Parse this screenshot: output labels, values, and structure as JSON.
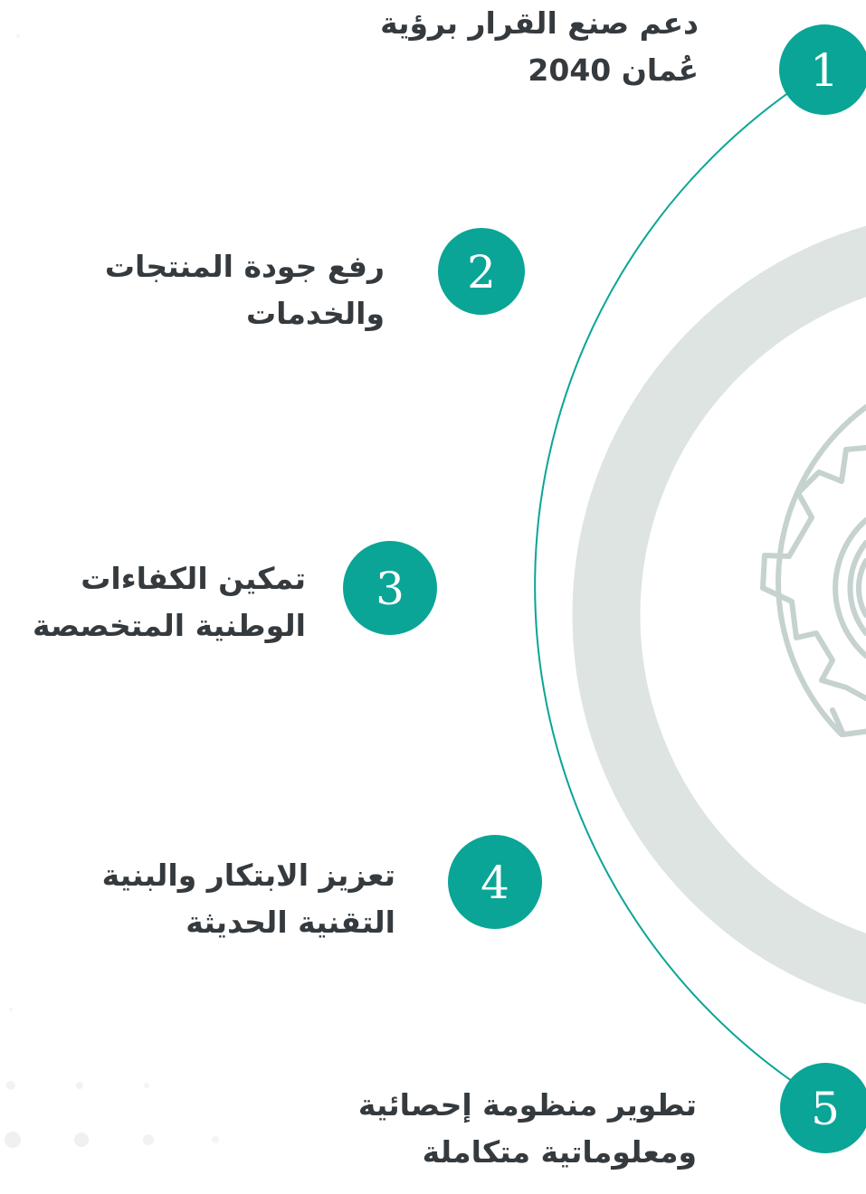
{
  "colors": {
    "accent": "#0aa596",
    "ring": "#dde4e2",
    "gear": "#c5d2cf",
    "text": "#343a3e",
    "dots": "#eef1f0"
  },
  "icon": "gear-with-circular-arrow-icon",
  "steps": [
    {
      "number": "1",
      "line1": "دعم صنع القرار برؤية",
      "line2": "عُمان 2040"
    },
    {
      "number": "2",
      "line1": "رفع جودة المنتجات",
      "line2": "والخدمات"
    },
    {
      "number": "3",
      "line1": "تمكين الكفاءات",
      "line2": "الوطنية المتخصصة"
    },
    {
      "number": "4",
      "line1": "تعزيز الابتكار والبنية",
      "line2": "التقنية الحديثة"
    },
    {
      "number": "5",
      "line1": "تطوير منظومة إحصائية",
      "line2": "ومعلوماتية متكاملة"
    }
  ]
}
